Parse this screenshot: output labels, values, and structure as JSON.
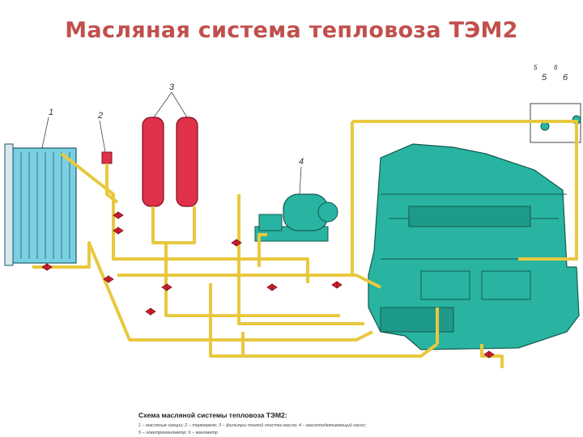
{
  "title": "Масляная система тепловоза ТЭМ2",
  "labels": {
    "n1": "1",
    "n2": "2",
    "n3": "3",
    "n4": "4",
    "n5": "5",
    "n6": "6",
    "n5top": "5",
    "n6top": "6"
  },
  "caption": {
    "title": "Схема масляной системы тепловоза ТЭМ2:",
    "line1": "1 – масляные секции; 2 – термореле; 3 – фильтры тонкой очистки масла; 4 – маслоподкачивающий насос;",
    "line2": "5 – электроманометр; 6 – манометр"
  },
  "colors": {
    "pipe": "#e8c840",
    "engine": "#28b4a0",
    "radiator": "#7ad0e0",
    "filters": "#e0304a",
    "valve": "#d02030",
    "title": "#c0504d"
  }
}
